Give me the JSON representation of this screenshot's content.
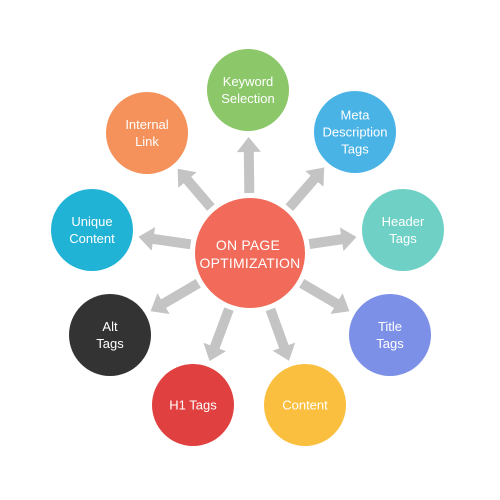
{
  "center": {
    "lines": [
      "ON PAGE",
      "OPTIMIZATION"
    ],
    "color": "#f26b5a"
  },
  "nodes": [
    {
      "id": "keyword-selection",
      "lines": [
        "Keyword",
        "Selection"
      ],
      "color": "#8cc76a"
    },
    {
      "id": "meta-description-tags",
      "lines": [
        "Meta",
        "Description",
        "Tags"
      ],
      "color": "#4ab3e6"
    },
    {
      "id": "header-tags",
      "lines": [
        "Header",
        "Tags"
      ],
      "color": "#6fd0c6"
    },
    {
      "id": "title-tags",
      "lines": [
        "Title",
        "Tags"
      ],
      "color": "#7c90e8"
    },
    {
      "id": "content",
      "lines": [
        "Content"
      ],
      "color": "#fbbf3f"
    },
    {
      "id": "h1-tags",
      "lines": [
        "H1 Tags"
      ],
      "color": "#e0403f"
    },
    {
      "id": "alt-tags",
      "lines": [
        "Alt",
        "Tags"
      ],
      "color": "#333333"
    },
    {
      "id": "unique-content",
      "lines": [
        "Unique",
        "Content"
      ],
      "color": "#20b3d6"
    },
    {
      "id": "internal-link",
      "lines": [
        "Internal",
        "Link"
      ],
      "color": "#f5915a"
    }
  ],
  "arrow_color": "#c4c4c4"
}
